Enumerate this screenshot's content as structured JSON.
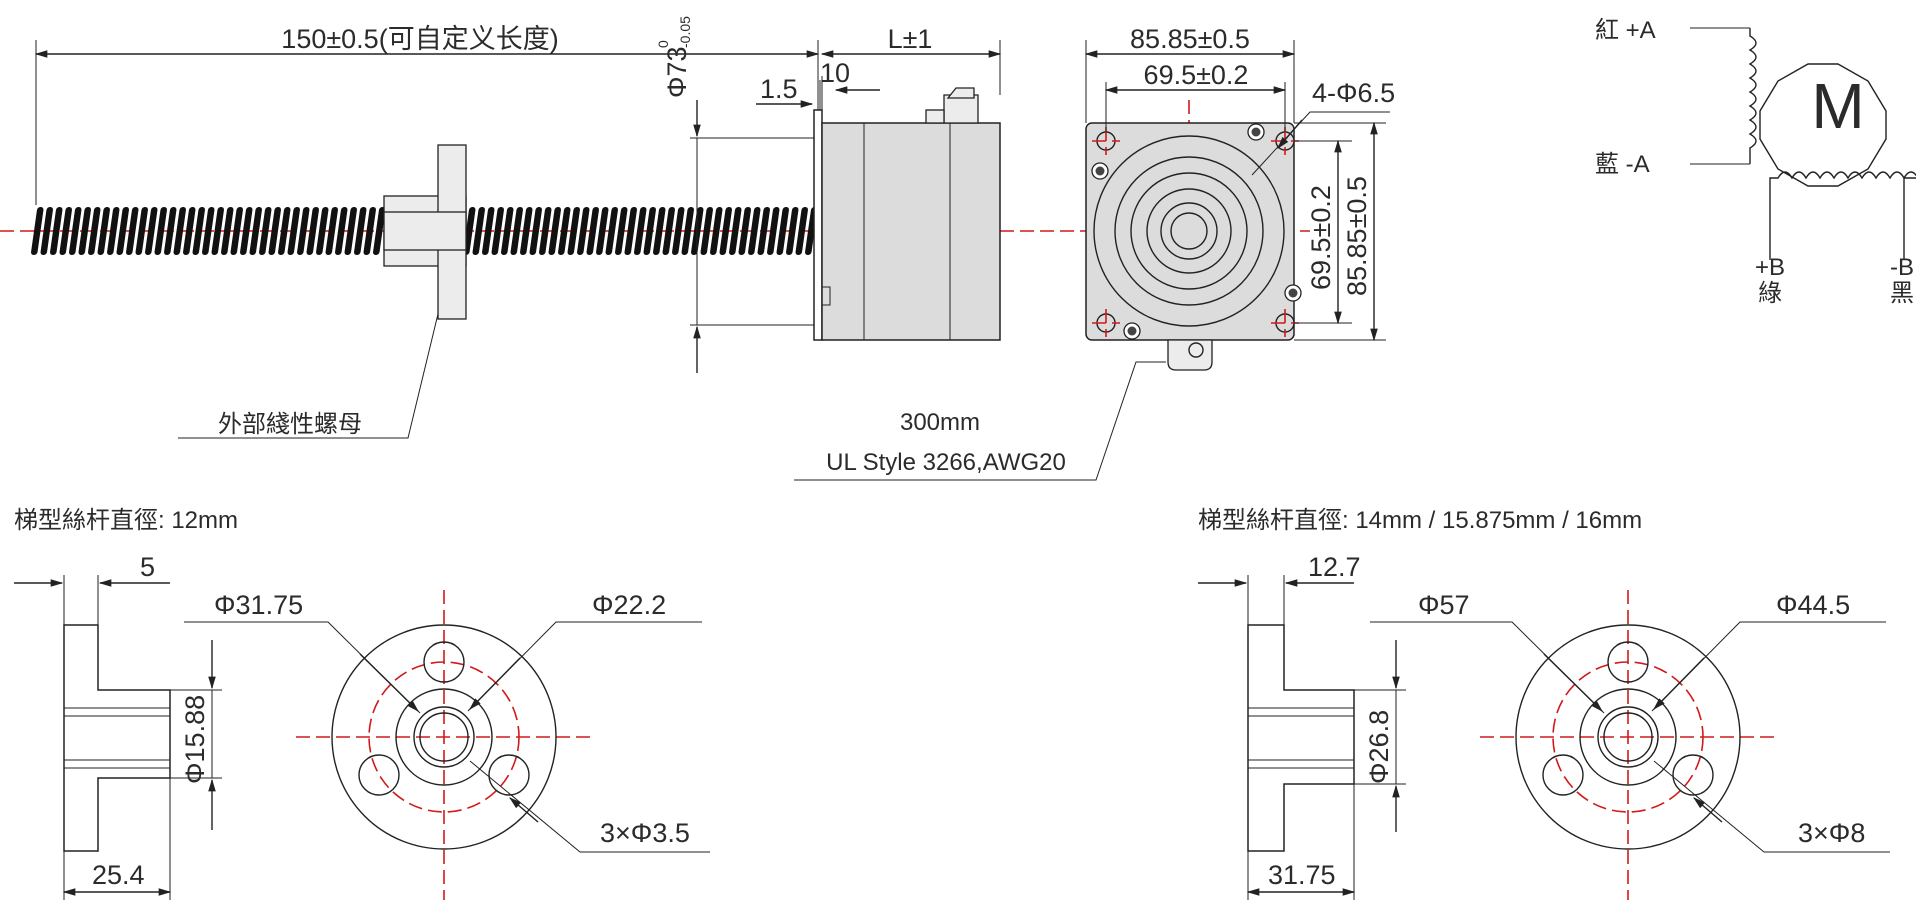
{
  "colors": {
    "line": "#222222",
    "centerline": "#d21a1a",
    "body_fill": "#dcdcdc",
    "text": "#2b2b2b"
  },
  "top_view": {
    "screw_length": "150±0.5(可自定义长度)",
    "pilot_dia": "Φ73",
    "pilot_tol_upper": "0",
    "pilot_tol_lower": "-0.05",
    "boss_height": "1.5",
    "flange_thk": "10",
    "motor_length": "L±1",
    "nut_label": "外部綫性螺母"
  },
  "front_view": {
    "width_outer": "85.85±0.5",
    "width_holes": "69.5±0.2",
    "holes": "4-Φ6.5",
    "height_holes": "69.5±0.2",
    "height_outer": "85.85±0.5",
    "cable_len": "300mm",
    "cable_spec": "UL Style 3266,AWG20"
  },
  "wiring": {
    "motor_symbol": "M",
    "a_plus": "紅  +A",
    "a_minus": "藍  -A",
    "b_plus": "+B",
    "b_plus_color": "綠",
    "b_minus": "-B",
    "b_minus_color": "黑"
  },
  "nut_small": {
    "title": "梯型絲杆直徑:  12mm",
    "flange_thk": "5",
    "bore": "Φ15.88",
    "length": "25.4",
    "outer_dia": "Φ31.75",
    "pcd": "Φ22.2",
    "holes": "3×Φ3.5"
  },
  "nut_large": {
    "title": "梯型絲杆直徑:  14mm / 15.875mm / 16mm",
    "flange_thk": "12.7",
    "bore": "Φ26.8",
    "length": "31.75",
    "outer_dia": "Φ57",
    "pcd": "Φ44.5",
    "holes": "3×Φ8"
  }
}
